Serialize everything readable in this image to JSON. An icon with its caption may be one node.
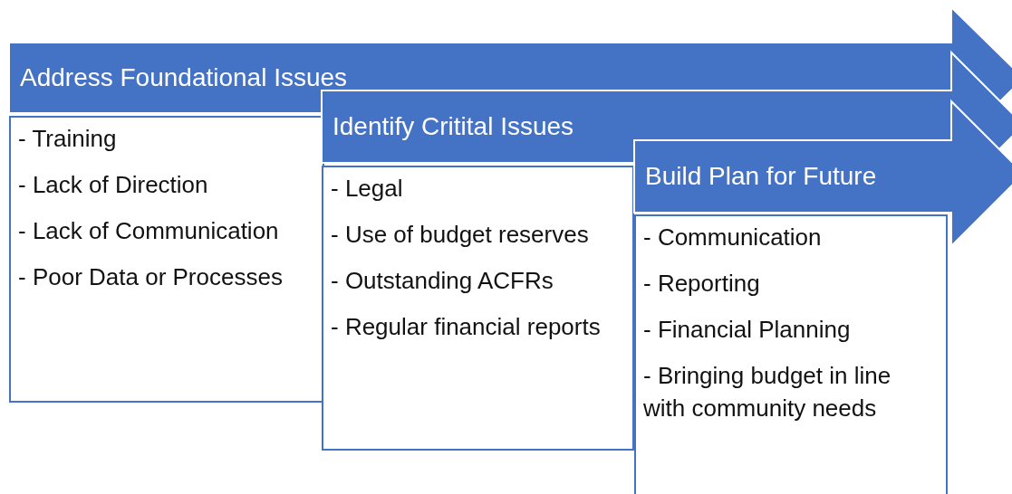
{
  "diagram": {
    "nodes": [
      {
        "text": [
          "Address Foundational Issues"
        ]
      },
      {
        "text": [
          "- Training",
          "- Lack of Direction",
          "- Lack of Communication",
          "- Poor Data or Processes"
        ]
      },
      {
        "text": [
          "Identify Critital Issues"
        ]
      },
      {
        "text": [
          "- Legal",
          "- Use of budget reserves",
          "- Outstanding ACFRs",
          "- Regular financial reports"
        ]
      },
      {
        "text": [
          "Build Plan for Future"
        ]
      },
      {
        "text": [
          "- Communication",
          "- Reporting",
          "- Financial Planning",
          "- Bringing budget in line with community needs"
        ]
      }
    ]
  }
}
